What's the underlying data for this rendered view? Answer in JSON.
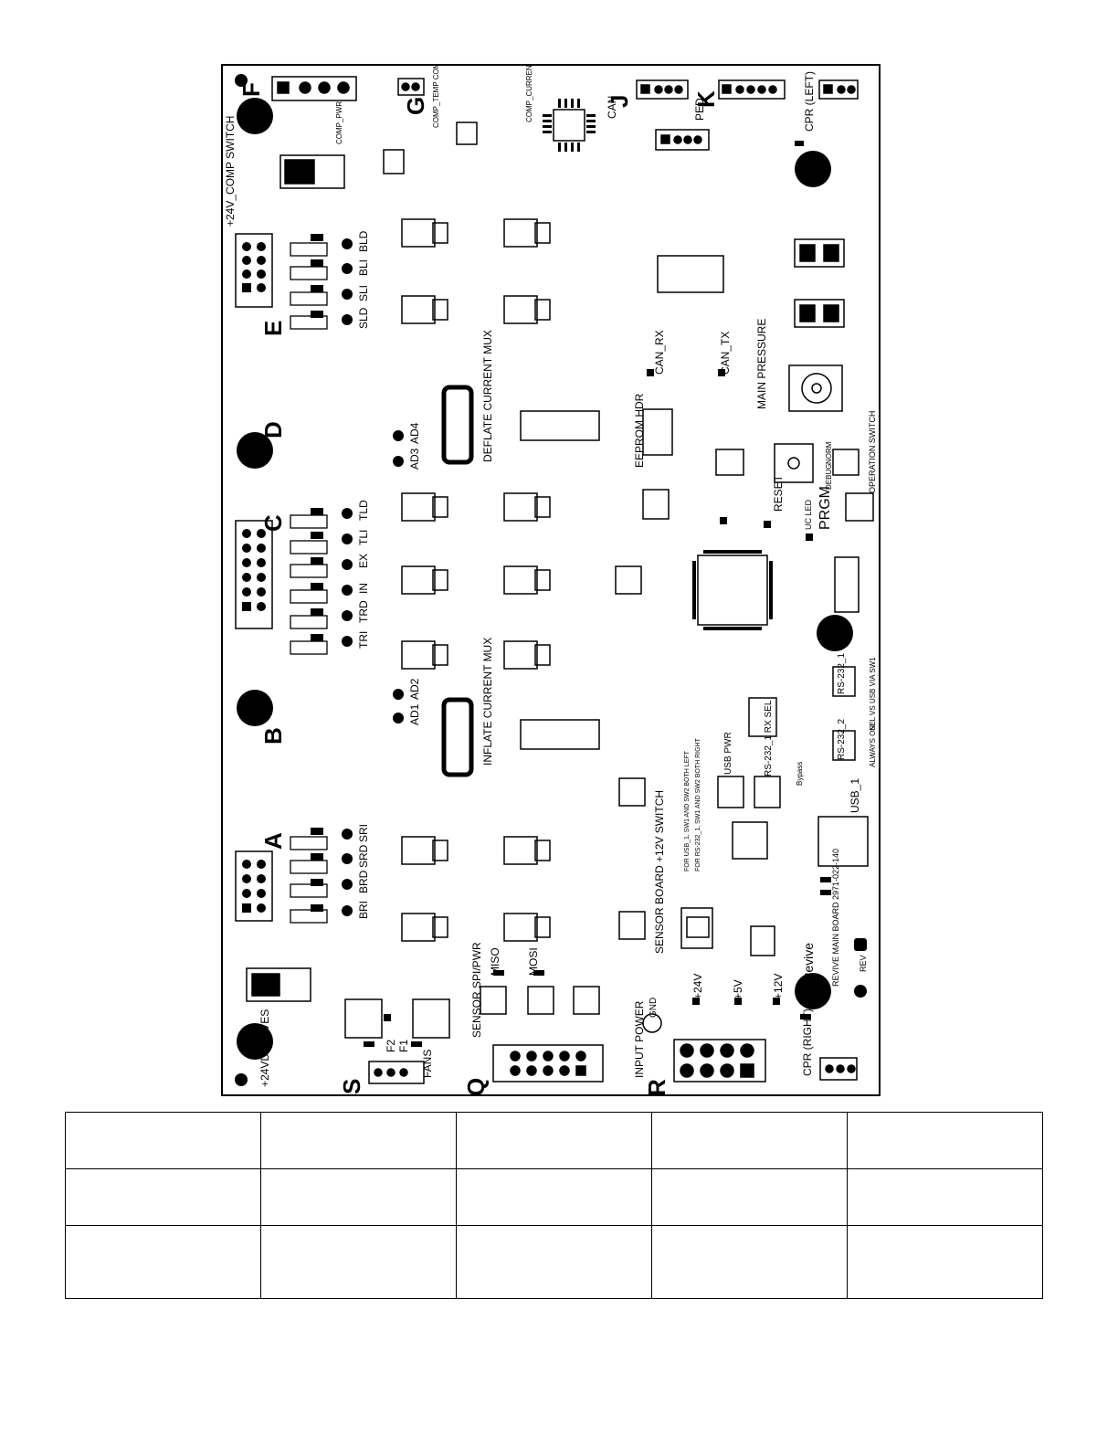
{
  "board": {
    "connector_letters": [
      "F",
      "G",
      "J",
      "K",
      "E",
      "D",
      "C",
      "B",
      "A",
      "S",
      "Q",
      "R"
    ],
    "labels": {
      "comp_pwr": "COMP_PWR",
      "comp_temp_pwr": "COMP_TEMP COMP_PWR",
      "comp_current": "COMP_CURRENT",
      "can": "CAN",
      "ped": "PED",
      "cpr_left": "CPR (LEFT)",
      "cpr_right": "CPR (RIGHT)",
      "comp_switch": "+24V_COMP SWITCH",
      "bld": "BLD",
      "bli": "BLI",
      "sli": "SLI",
      "sld": "SLD",
      "can_rx": "CAN_RX",
      "can_tx": "CAN_TX",
      "main_pressure": "MAIN PRESSURE",
      "ad3": "AD3",
      "ad4": "AD4",
      "deflate_mux": "DEFLATE CURRENT MUX",
      "eeprom_hdr": "EEPROM HDR",
      "reset": "RESET",
      "debug": "DEBUG",
      "norm": "NORM",
      "operation_switch": "OPERATION SWITCH",
      "prgm": "PRGM",
      "uc_led": "UC LED",
      "tld": "TLD",
      "tli": "TLI",
      "ex": "EX",
      "in": "IN",
      "trd": "TRD",
      "tri": "TRI",
      "rs232_1": "RS-232_1",
      "rs232_2": "RS-232_2",
      "sel_usb": "SEL VS USB VIA SW1",
      "always_on": "ALWAYS ON",
      "ad1": "AD1",
      "ad2": "AD2",
      "inflate_mux": "INFLATE CURRENT MUX",
      "usb_pwr": "USB PWR",
      "rs232_rx_sel": "RS-232_1 RX SEL",
      "bypass": "Bypass",
      "usb_1": "USB_1",
      "for_usb": "FOR USB_1, SW1 AND SW2 BOTH LEFT",
      "for_rs232": "FOR RS-232_1, SW1 AND SW2 BOTH RIGHT",
      "sri": "SRI",
      "srd": "SRD",
      "brd": "BRD",
      "bri": "BRI",
      "sensor_board": "SENSOR BOARD +12V SWITCH",
      "brand": "Pevive",
      "main_board": "REVIVE MAIN BOARD 2971-022-140",
      "rev": "REV",
      "miso": "MISO",
      "mosi": "MOSI",
      "v24": "+24V",
      "v5": "+5V",
      "v12": "+12V",
      "gnd": "GND",
      "sensor_spi": "SENSOR SPI/PWR",
      "input_power": "INPUT POWER",
      "valves": "+24VD VALVES",
      "f2": "F2",
      "f1": "F1",
      "fans": "FANS"
    }
  },
  "table": {
    "rows": [
      [
        "",
        "",
        "",
        "",
        ""
      ],
      [
        "",
        "",
        "",
        "",
        ""
      ],
      [
        "",
        "",
        "",
        "",
        ""
      ]
    ]
  }
}
